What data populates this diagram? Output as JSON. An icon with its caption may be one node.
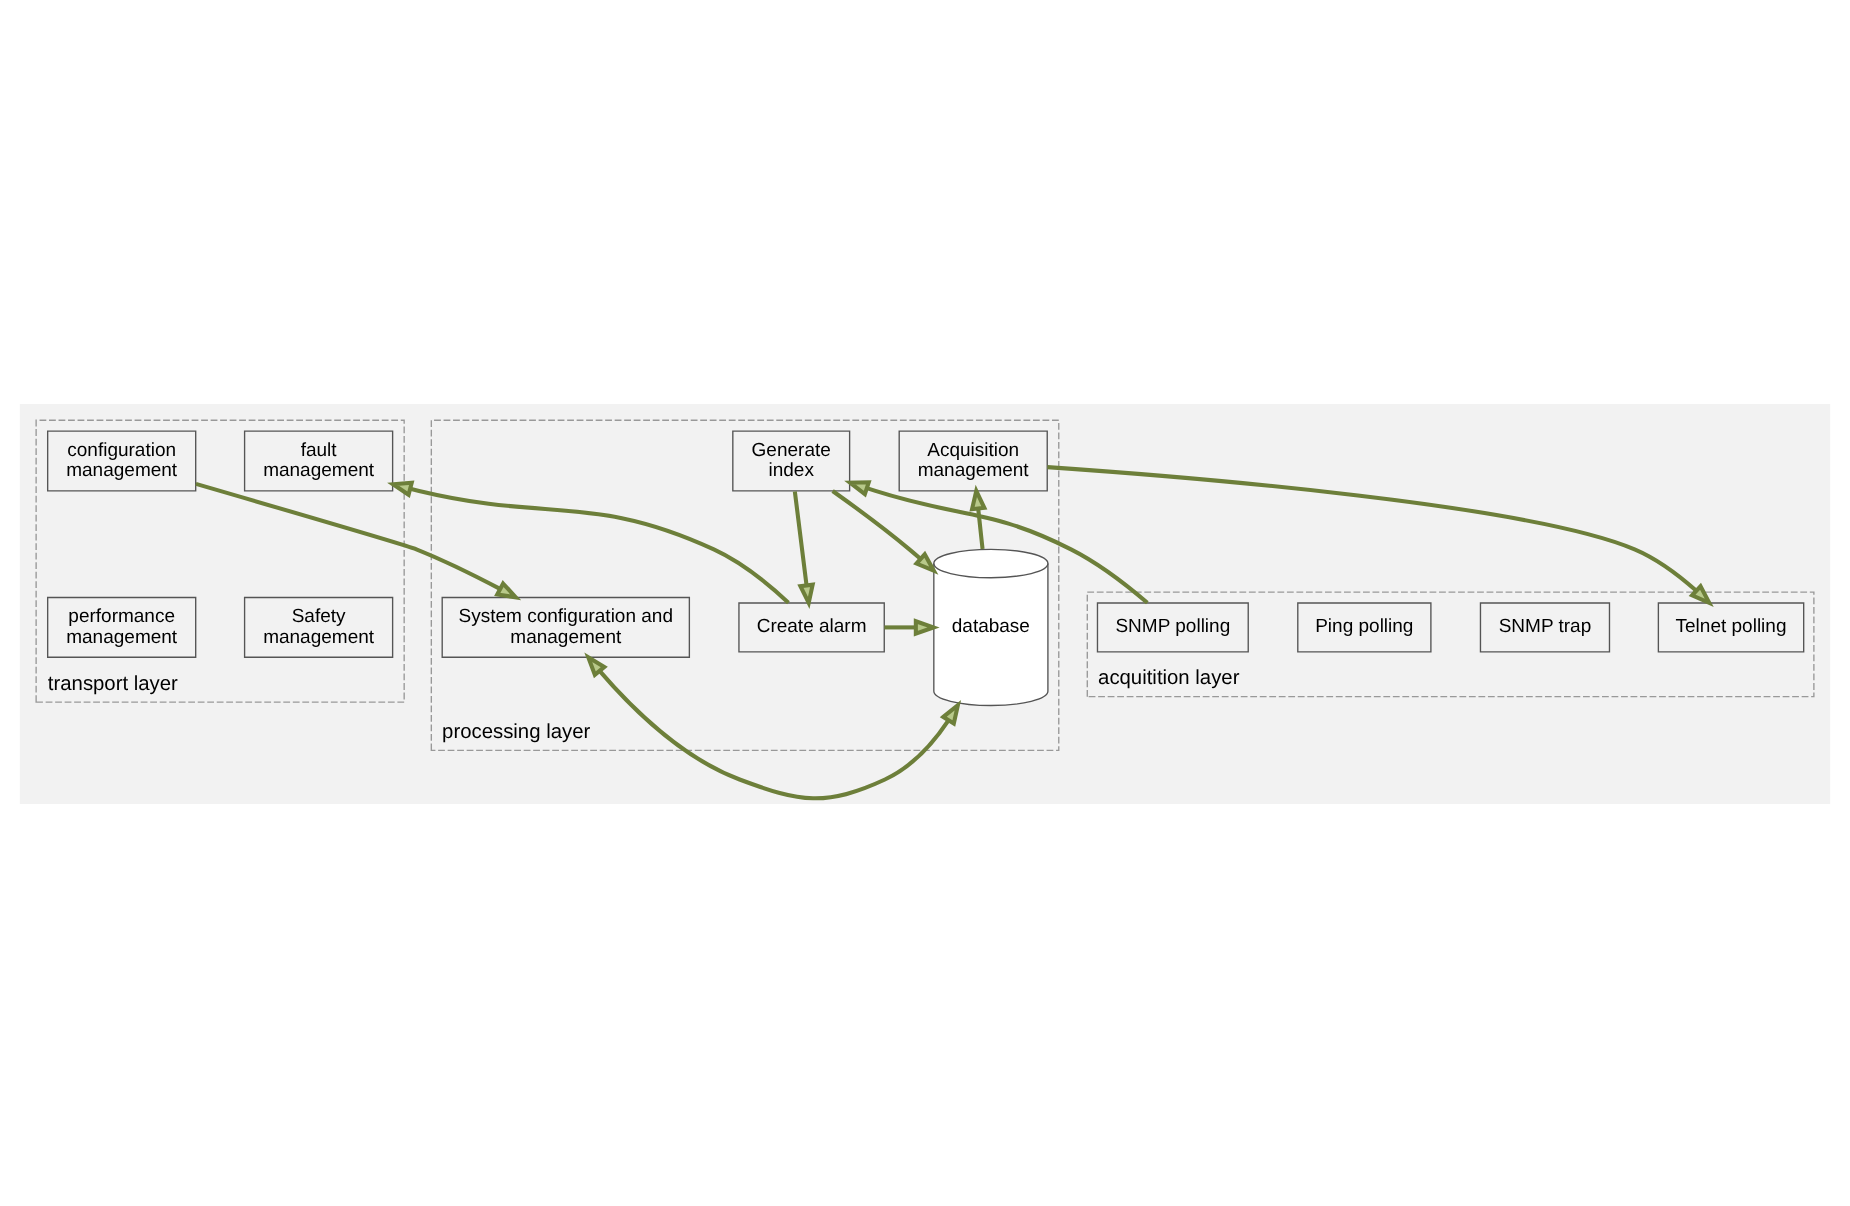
{
  "diagram": {
    "nodes": [
      {
        "text": [
          "transport layer"
        ]
      },
      {
        "text": [
          "fault management"
        ],
        "in": 0
      },
      {
        "text": [
          "Safety management"
        ],
        "in": 0
      },
      {
        "text": [
          "performance management"
        ],
        "in": 0
      },
      {
        "text": [
          "configuration management"
        ],
        "in": 0
      },
      {
        "text": [
          "processing layer"
        ]
      },
      {
        "text": [
          "Create alarm"
        ],
        "in": 5
      },
      {
        "text": [
          "database"
        ],
        "in": 5
      },
      {
        "text": [
          "System configuration and management"
        ],
        "in": 5
      },
      {
        "text": [
          "Generate index"
        ],
        "in": 5
      },
      {
        "text": [
          "Acquisition management"
        ],
        "in": 5
      },
      {
        "text": [
          "acquitition layer"
        ]
      },
      {
        "text": [
          "SNMP polling"
        ],
        "in": 11
      },
      {
        "text": [
          "SNMP trap"
        ],
        "in": 11
      },
      {
        "text": [
          "Ping polling"
        ],
        "in": 11
      },
      {
        "text": [
          "Telnet polling"
        ],
        "in": 11
      }
    ],
    "edges": [
      {
        "from": 6,
        "to": 1,
        "arrow": "to"
      },
      {
        "from": 4,
        "to": 8,
        "arrow": "to"
      },
      {
        "from": 6,
        "to": 7,
        "arrow": "to"
      },
      {
        "from": 7,
        "to": 8,
        "arrow": "both"
      },
      {
        "from": 9,
        "to": 6,
        "arrow": "to"
      },
      {
        "from": 9,
        "to": 7,
        "arrow": "to"
      },
      {
        "from": 7,
        "to": 10,
        "arrow": "to"
      },
      {
        "from": 10,
        "to": 15,
        "arrow": "to"
      },
      {
        "from": 12,
        "to": 9,
        "arrow": "to"
      }
    ]
  }
}
